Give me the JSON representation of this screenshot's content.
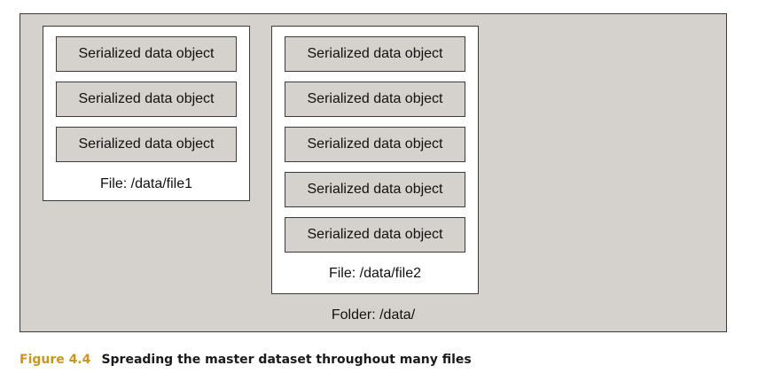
{
  "folder": {
    "label": "Folder: /data/",
    "files": [
      {
        "label": "File: /data/file1",
        "objects": [
          "Serialized data object",
          "Serialized data object",
          "Serialized data object"
        ]
      },
      {
        "label": "File: /data/file2",
        "objects": [
          "Serialized data object",
          "Serialized data object",
          "Serialized data object",
          "Serialized data object",
          "Serialized data object"
        ]
      }
    ]
  },
  "caption": {
    "number": "Figure 4.4",
    "text": "Spreading the master dataset throughout many files"
  },
  "colors": {
    "container_fill": "#d5d1cc",
    "file_fill": "#ffffff",
    "border": "#3b3b3b",
    "caption_number": "#c8981c"
  }
}
